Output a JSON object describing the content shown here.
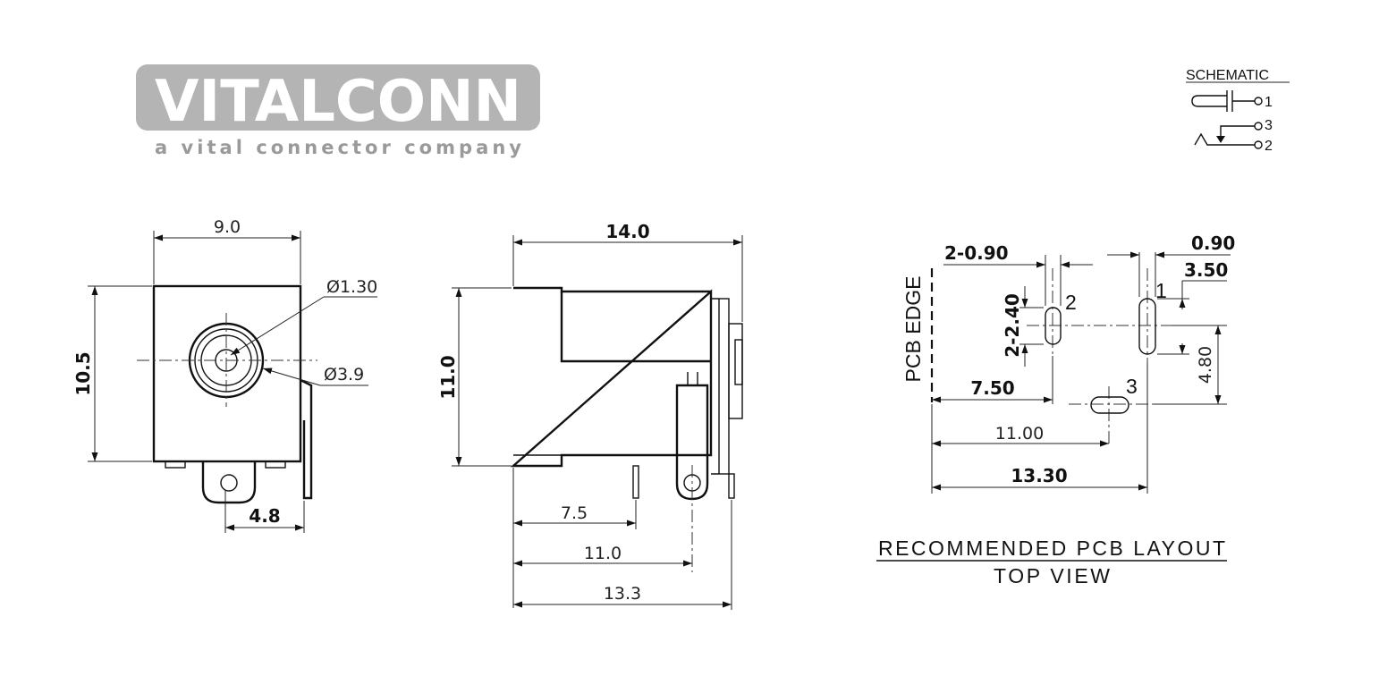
{
  "logo": {
    "brand": "VITALCONN",
    "tagline": "a vital connector company",
    "colors": {
      "badge": "#b4b4b4",
      "brand_text": "#ffffff",
      "tagline_text": "#9a9a9a"
    }
  },
  "schematic": {
    "title": "SCHEMATIC",
    "pins": [
      "1",
      "3",
      "2"
    ]
  },
  "front_view": {
    "width": "9.0",
    "height": "10.5",
    "hole_diameter": "Ø1.30",
    "bore_diameter": "Ø3.9",
    "tab_offset": "4.8"
  },
  "side_view": {
    "length": "14.0",
    "height": "11.0",
    "pin_distances": [
      "7.5",
      "11.0",
      "13.3"
    ]
  },
  "pcb_layout": {
    "edge_label": "PCB EDGE",
    "dims": {
      "slot_width_pair": "2-0.90",
      "slot_width_single": "0.90",
      "slot_length": "3.50",
      "slot_length_pair": "2-2.40",
      "pin_spacing_vertical": "4.80",
      "edge_to_pin2": "7.50",
      "edge_to_pin3": "11.00",
      "edge_to_pin1": "13.30"
    },
    "pins": [
      "2",
      "1",
      "3"
    ],
    "caption_line1": "RECOMMENDED PCB LAYOUT",
    "caption_line2": "TOP VIEW"
  }
}
